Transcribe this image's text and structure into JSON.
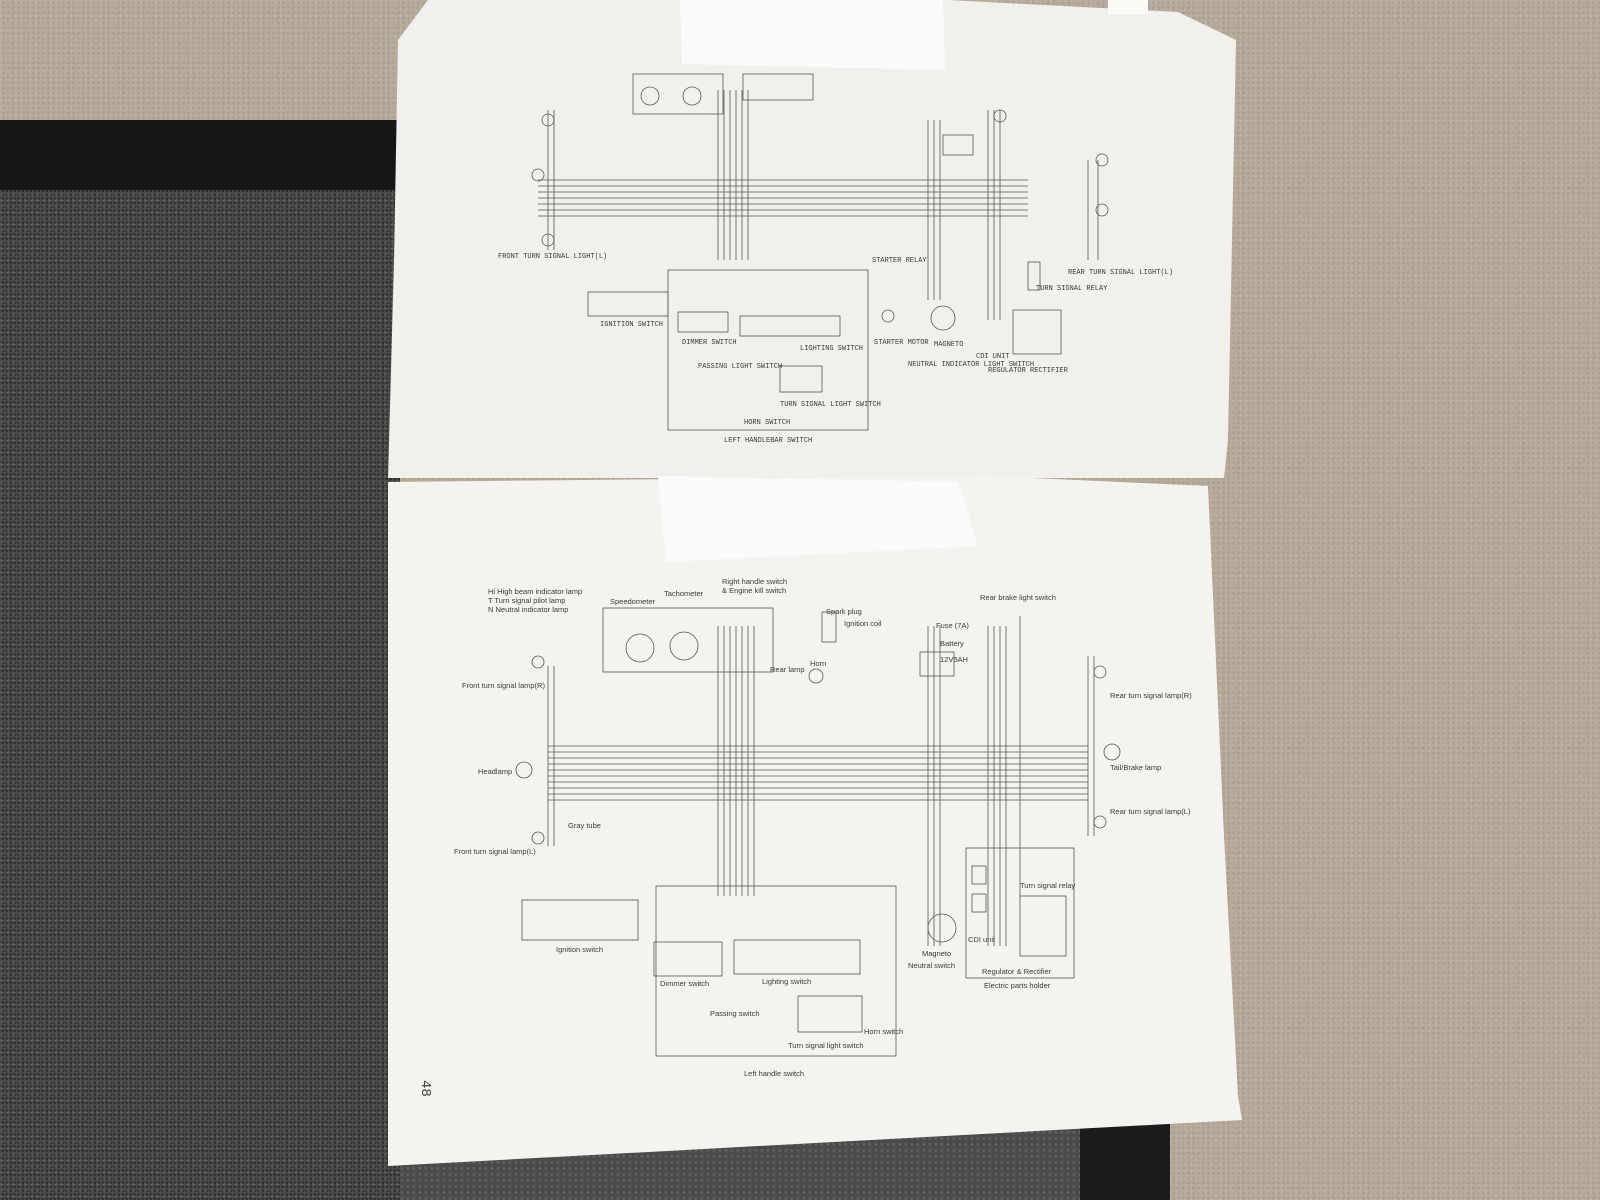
{
  "scene": {
    "description_colors": {
      "carpet_light": "#b7ab9b",
      "carpet_dark": "#4a4a49",
      "paper": "#f4f3ef"
    }
  },
  "manual": {
    "top_page": {
      "labels": {
        "passing_light_switch": "PASSING LIGHT SWITCH",
        "turn_signal_light_switch": "TURN SIGNAL LIGHT SWITCH",
        "horn_switch": "HORN SWITCH",
        "left_handlebar_switch": "LEFT HANDLEBAR SWITCH",
        "ignition_switch": "IGNITION SWITCH",
        "dimmer_switch": "DIMMER SWITCH",
        "lighting_switch": "LIGHTING SWITCH",
        "starter_motor": "STARTER MOTOR",
        "magneto": "MAGNETO",
        "neutral_indicator": "NEUTRAL INDICATOR LIGHT SWITCH",
        "cdi_unit": "CDI UNIT",
        "regulator_rectifier": "REGULATOR RECTIFIER",
        "turn_signal_relay": "TURN SIGNAL RELAY",
        "front_turn_signal": "FRONT TURN SIGNAL LIGHT(L)",
        "rear_turn_signal": "REAR TURN SIGNAL LIGHT(L)",
        "starter_relay": "STARTER RELAY"
      }
    },
    "bottom_page": {
      "page_number": "48",
      "labels": {
        "speedometer": "Speedometer",
        "tachometer": "Tachometer",
        "right_handle_switch": "Right handle switch",
        "engine_kill_switch": "& Engine kill switch",
        "spark_plug": "Spark plug",
        "ignition_coil": "Ignition coil",
        "fuse": "Fuse (7A)",
        "battery": "Battery",
        "battery_spec": "12V5AH",
        "rear_brake_light_switch": "Rear brake light switch",
        "front_turn_signal_r": "Front turn signal lamp(R)",
        "rear_turn_signal_r": "Rear turn signal lamp(R)",
        "headlamp": "Headlamp",
        "tail_brake_lamp": "Tail/Brake lamp",
        "rear_turn_signal_l": "Rear turn signal lamp(L)",
        "front_turn_signal_l": "Front turn signal lamp(L)",
        "gray_tube": "Gray tube",
        "ignition_switch": "Ignition switch",
        "dimmer_switch": "Dimmer switch",
        "lighting_switch": "Lighting switch",
        "passing_switch": "Passing switch",
        "turn_signal_switch": "Turn signal light switch",
        "horn_switch": "Horn switch",
        "left_handle_switch": "Left handle switch",
        "magneto": "Magneto",
        "cdi_unit": "CDI unit",
        "neutral_switch": "Neutral switch",
        "turn_signal_relay": "Turn signal relay",
        "regulator_rectifier": "Regulator & Rectifier",
        "electric_parts_holder": "Electric parts holder",
        "rear_lamp": "Rear lamp",
        "horn": "Horn",
        "legend_hb": "Hi High beam indicator lamp",
        "legend_t": "T Turn signal pilot lamp",
        "legend_n": "N Neutral indicator lamp"
      }
    }
  }
}
